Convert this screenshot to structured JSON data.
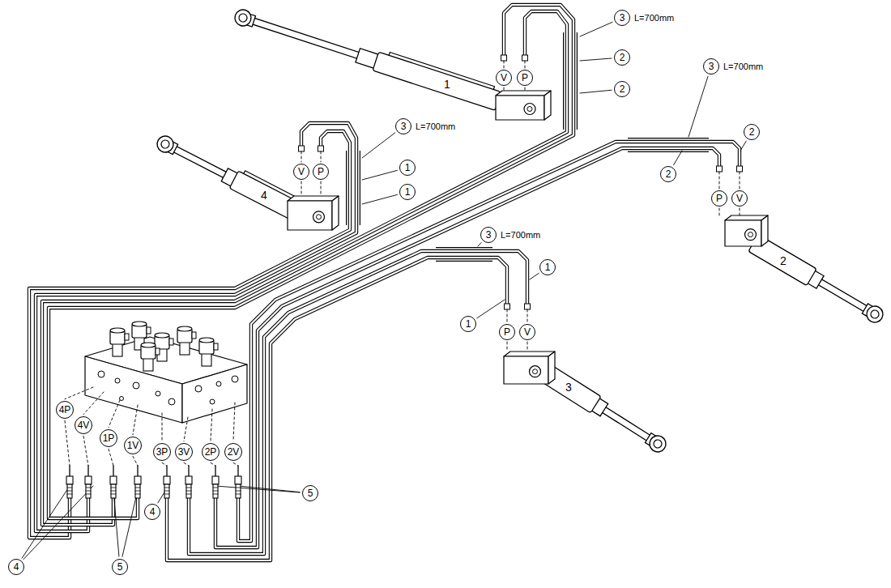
{
  "diagram": {
    "nodes": [
      {
        "text": [
          "3"
        ]
      },
      {
        "text": [
          "2"
        ]
      },
      {
        "text": [
          "3"
        ]
      },
      {
        "text": [
          "V"
        ]
      },
      {
        "text": [
          "P"
        ]
      },
      {
        "text": [
          "2"
        ]
      },
      {
        "text": [
          "3"
        ]
      },
      {
        "text": [
          "2"
        ]
      },
      {
        "text": [
          "1"
        ]
      },
      {
        "text": [
          "V"
        ]
      },
      {
        "text": [
          "P"
        ]
      },
      {
        "text": [
          "2"
        ]
      },
      {
        "text": [
          "1"
        ]
      },
      {
        "text": [
          "P"
        ]
      },
      {
        "text": [
          "V"
        ]
      },
      {
        "text": [
          "3"
        ]
      },
      {
        "text": [
          "1"
        ]
      },
      {
        "text": [
          "1"
        ]
      },
      {
        "text": [
          "P"
        ]
      },
      {
        "text": [
          "V"
        ]
      },
      {
        "text": [
          "4P"
        ]
      },
      {
        "text": [
          "4V"
        ]
      },
      {
        "text": [
          "1P"
        ]
      },
      {
        "text": [
          "1V"
        ]
      },
      {
        "text": [
          "3P"
        ]
      },
      {
        "text": [
          "3V"
        ]
      },
      {
        "text": [
          "2P"
        ]
      },
      {
        "text": [
          "2V"
        ]
      },
      {
        "text": [
          "5"
        ]
      },
      {
        "text": [
          "4"
        ]
      },
      {
        "text": [
          "4"
        ]
      },
      {
        "text": [
          "5"
        ]
      }
    ],
    "labels": [
      "L=700mm",
      "L=700mm",
      "1",
      "L=700mm",
      "4",
      "L=700mm",
      "2",
      "3"
    ]
  }
}
